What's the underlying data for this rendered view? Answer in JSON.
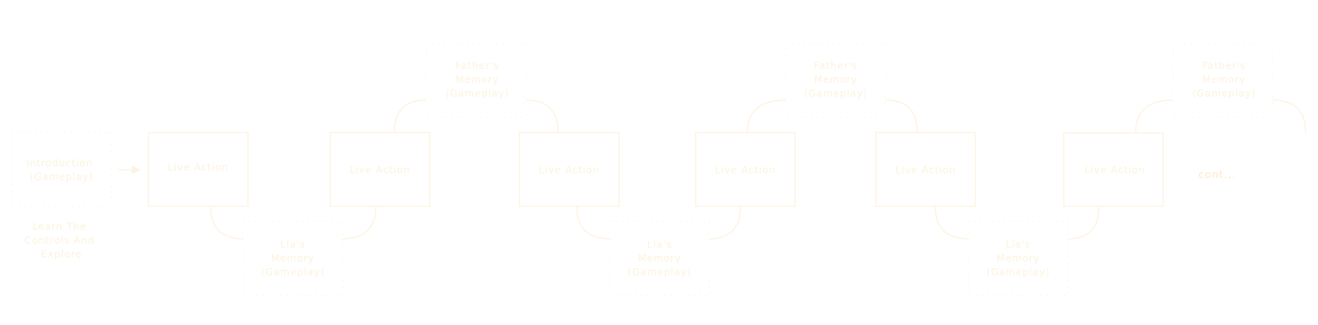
{
  "color": "#fdf3de",
  "intro": {
    "lines": [
      "Introduction",
      "(Gameplay)"
    ]
  },
  "intro_caption": {
    "lines": [
      "Learn The",
      "Controls And",
      "Explore"
    ]
  },
  "live_action_label": "Live Action",
  "lias_memory": {
    "lines": [
      "Lia's",
      "Memory",
      "(Gameplay)"
    ]
  },
  "fathers_memory": {
    "lines": [
      "Father's",
      "Memory",
      "(Gameplay)"
    ]
  },
  "continuation": "cont..."
}
